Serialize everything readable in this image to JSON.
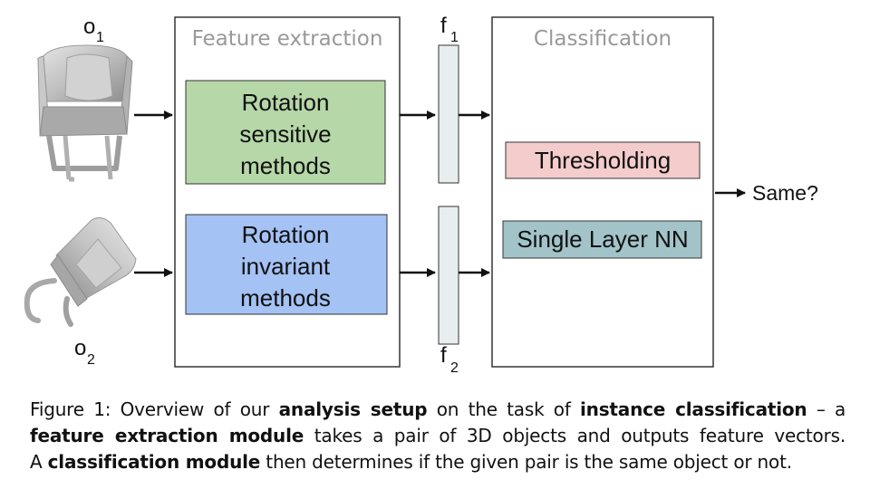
{
  "diagram": {
    "objects": [
      {
        "label": "o",
        "sub": "1",
        "shape": "armchair-upright"
      },
      {
        "label": "o",
        "sub": "2",
        "shape": "armchair-rotated"
      }
    ],
    "feature_panel_title": "Feature extraction",
    "classification_panel_title": "Classification",
    "methods": [
      {
        "lines": [
          "Rotation",
          "sensitive",
          "methods"
        ],
        "color": "#b6d7a8"
      },
      {
        "lines": [
          "Rotation",
          "invariant",
          "methods"
        ],
        "color": "#a4c2f4"
      }
    ],
    "features": [
      {
        "label": "f",
        "sub": "1"
      },
      {
        "label": "f",
        "sub": "2"
      }
    ],
    "classifiers": [
      {
        "label": "Thresholding",
        "color": "#f4cccc"
      },
      {
        "label": "Single Layer NN",
        "color": "#a2c4c9"
      }
    ],
    "output_label": "Same?"
  },
  "caption": {
    "line1": [
      {
        "text": "Figure 1: Overview of our ",
        "bold": false
      },
      {
        "text": "analysis setup",
        "bold": true
      },
      {
        "text": " on the task of ",
        "bold": false
      },
      {
        "text": "instance classification",
        "bold": true
      },
      {
        "text": " – a",
        "bold": false
      }
    ],
    "line2": [
      {
        "text": "feature extraction module",
        "bold": true
      },
      {
        "text": " takes a pair of 3D objects and outputs feature vectors.",
        "bold": false
      }
    ],
    "line3": [
      {
        "text": "A ",
        "bold": false
      },
      {
        "text": "classification module",
        "bold": true
      },
      {
        "text": " then determines if the given pair is the same object or not.",
        "bold": false
      }
    ]
  }
}
